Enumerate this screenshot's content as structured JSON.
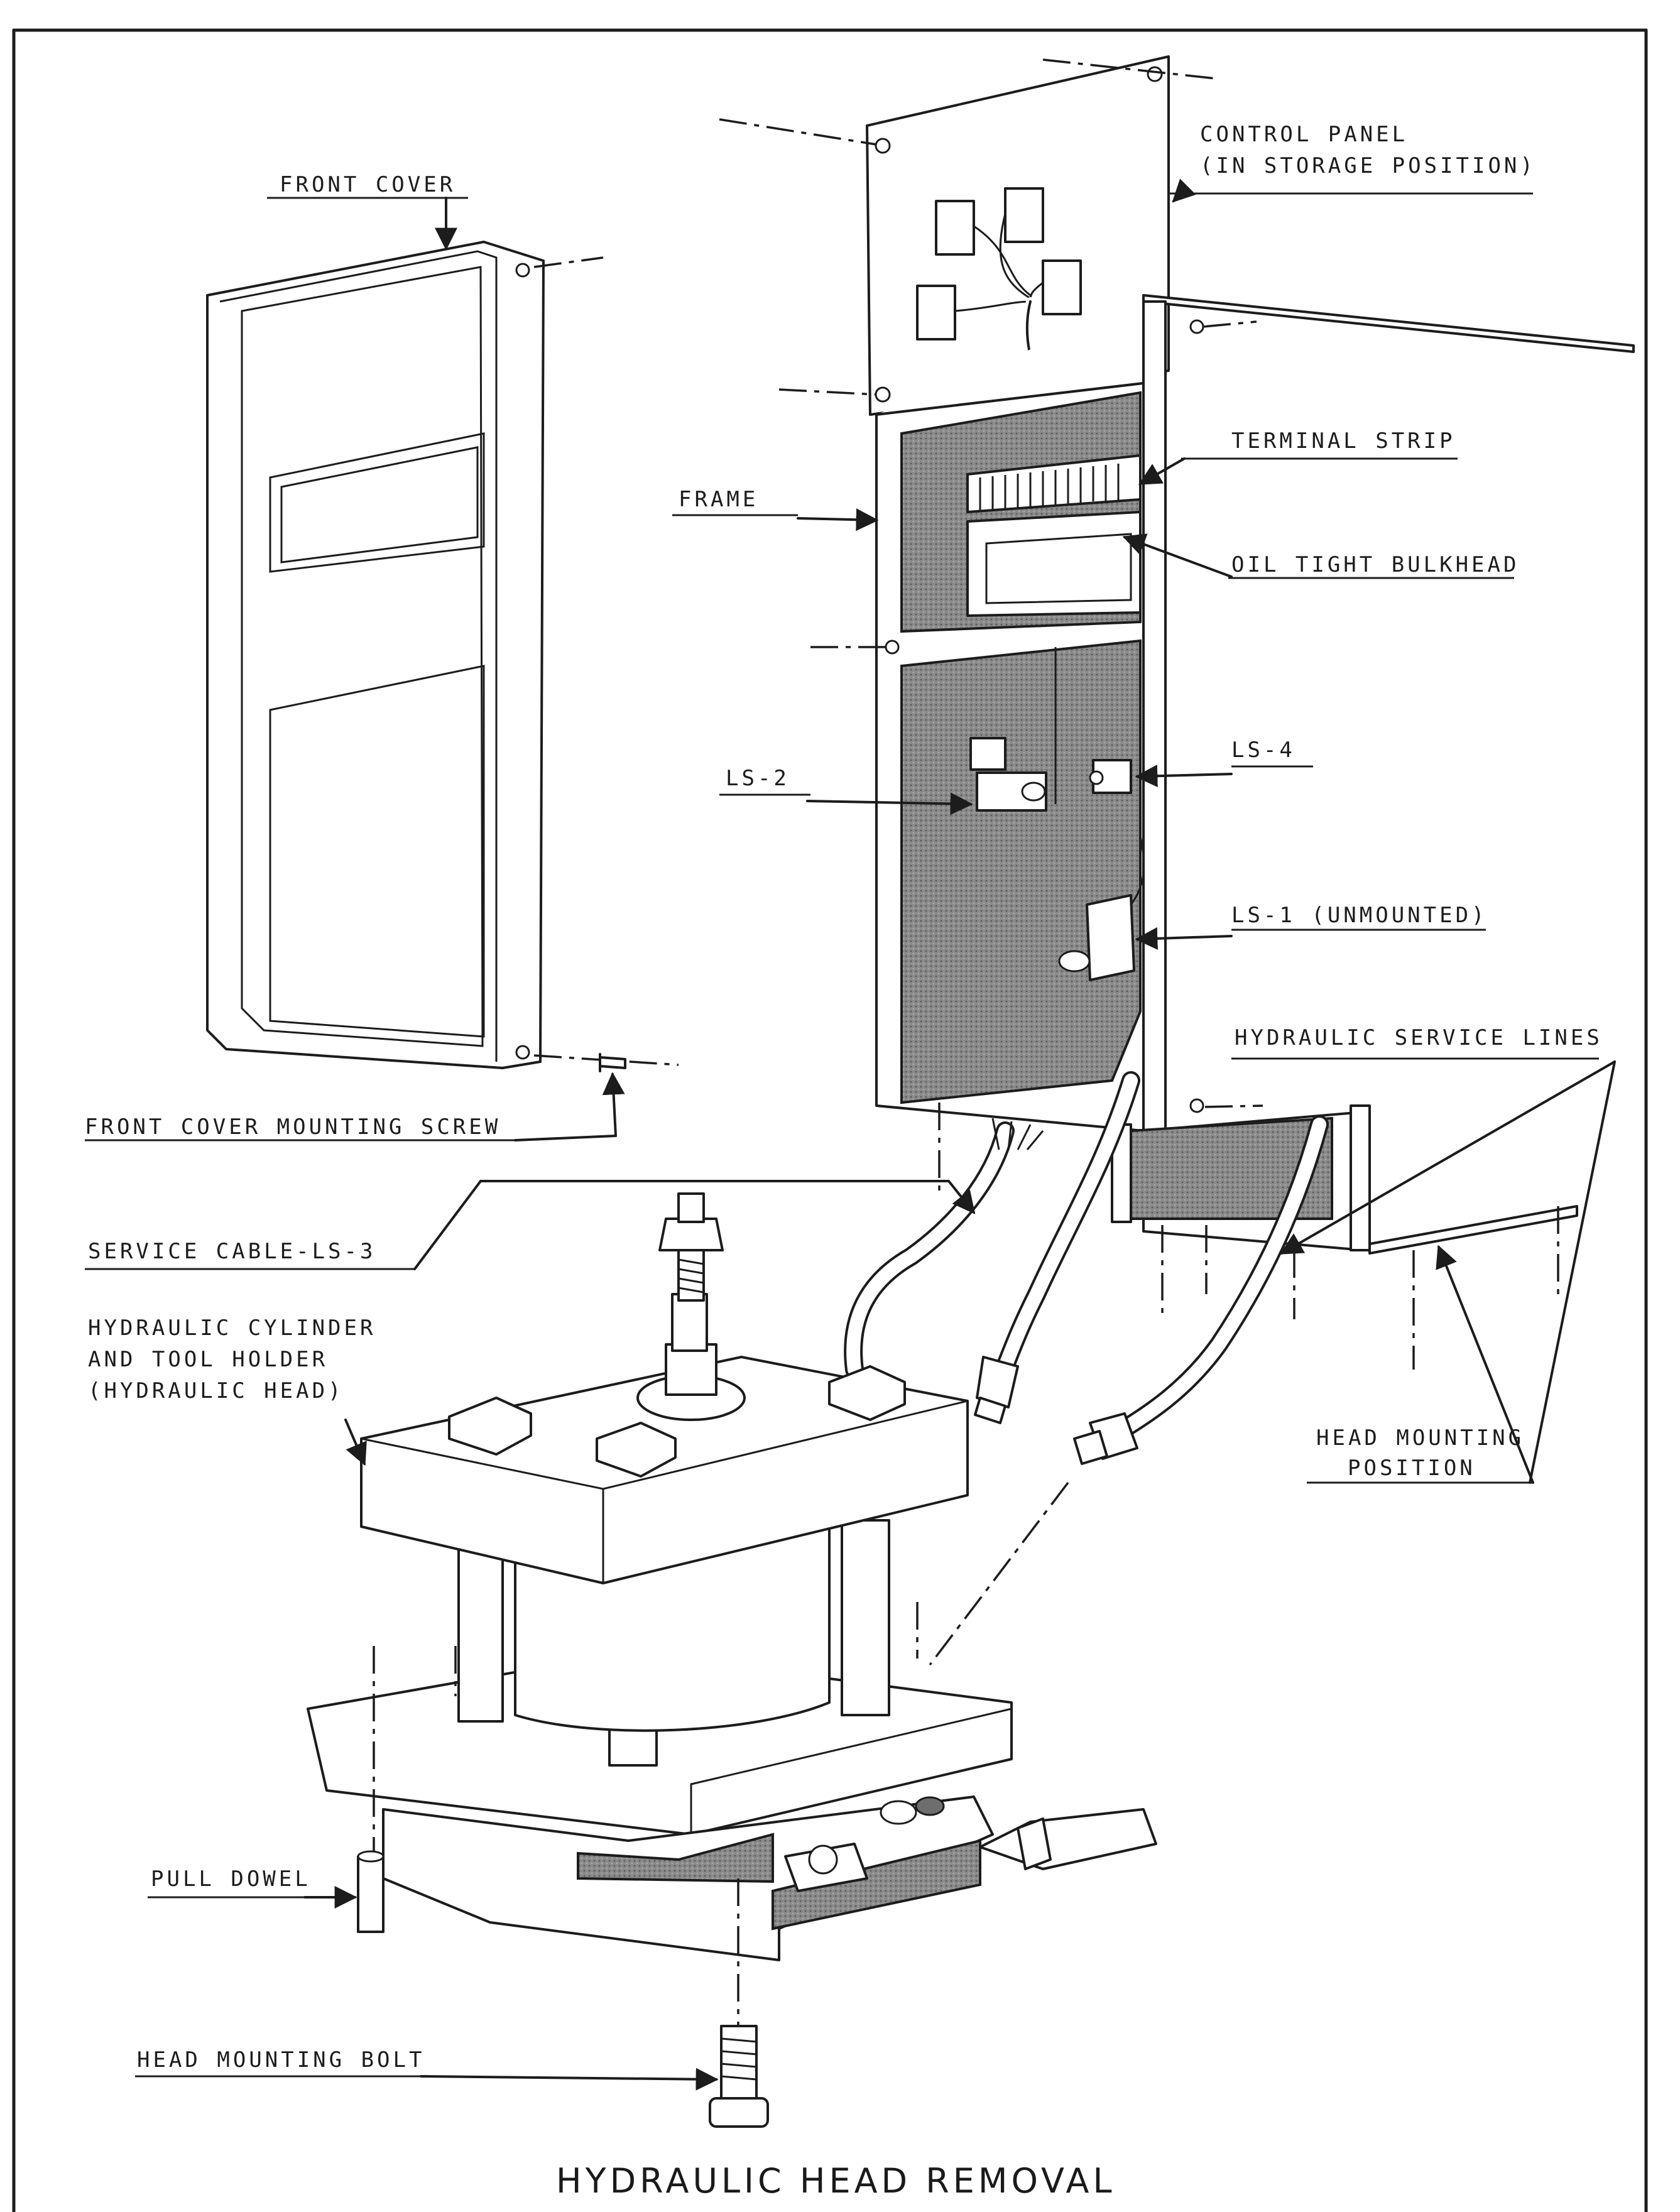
{
  "title": "HYDRAULIC HEAD REMOVAL",
  "labels": {
    "front_cover": "FRONT COVER",
    "control_panel_1": "CONTROL PANEL",
    "control_panel_2": "(IN STORAGE POSITION)",
    "terminal_strip": "TERMINAL STRIP",
    "frame": "FRAME",
    "oil_tight_bulkhead": "OIL TIGHT BULKHEAD",
    "ls4": "LS-4",
    "ls2": "LS-2",
    "ls1": "LS-1 (UNMOUNTED)",
    "hydraulic_service_lines": "HYDRAULIC SERVICE LINES",
    "front_cover_mounting_screw": "FRONT COVER MOUNTING SCREW",
    "service_cable": "SERVICE CABLE-LS-3",
    "hyd_cyl_1": "HYDRAULIC CYLINDER",
    "hyd_cyl_2": "AND TOOL HOLDER",
    "hyd_cyl_3": "(HYDRAULIC HEAD)",
    "head_mounting_pos_1": "HEAD MOUNTING",
    "head_mounting_pos_2": "POSITION",
    "pull_dowel": "PULL DOWEL",
    "head_mounting_bolt": "HEAD MOUNTING BOLT"
  }
}
